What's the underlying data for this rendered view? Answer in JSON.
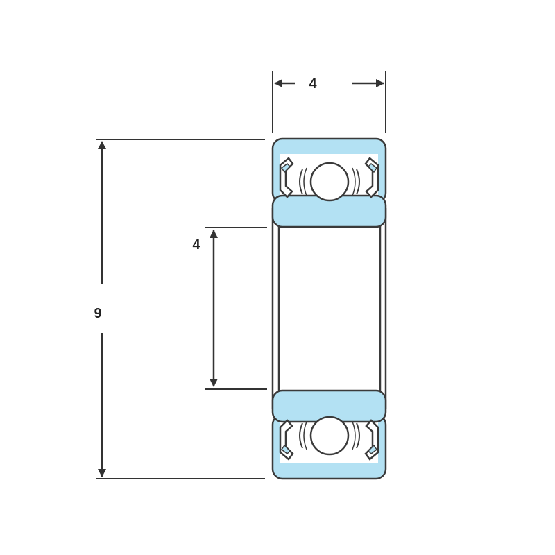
{
  "dimensions": {
    "width_label": "4",
    "outer_diameter_label": "9",
    "bore_label": "4"
  },
  "colors": {
    "ring_fill": "#b3e1f3",
    "line": "#333333",
    "background": "#ffffff"
  }
}
